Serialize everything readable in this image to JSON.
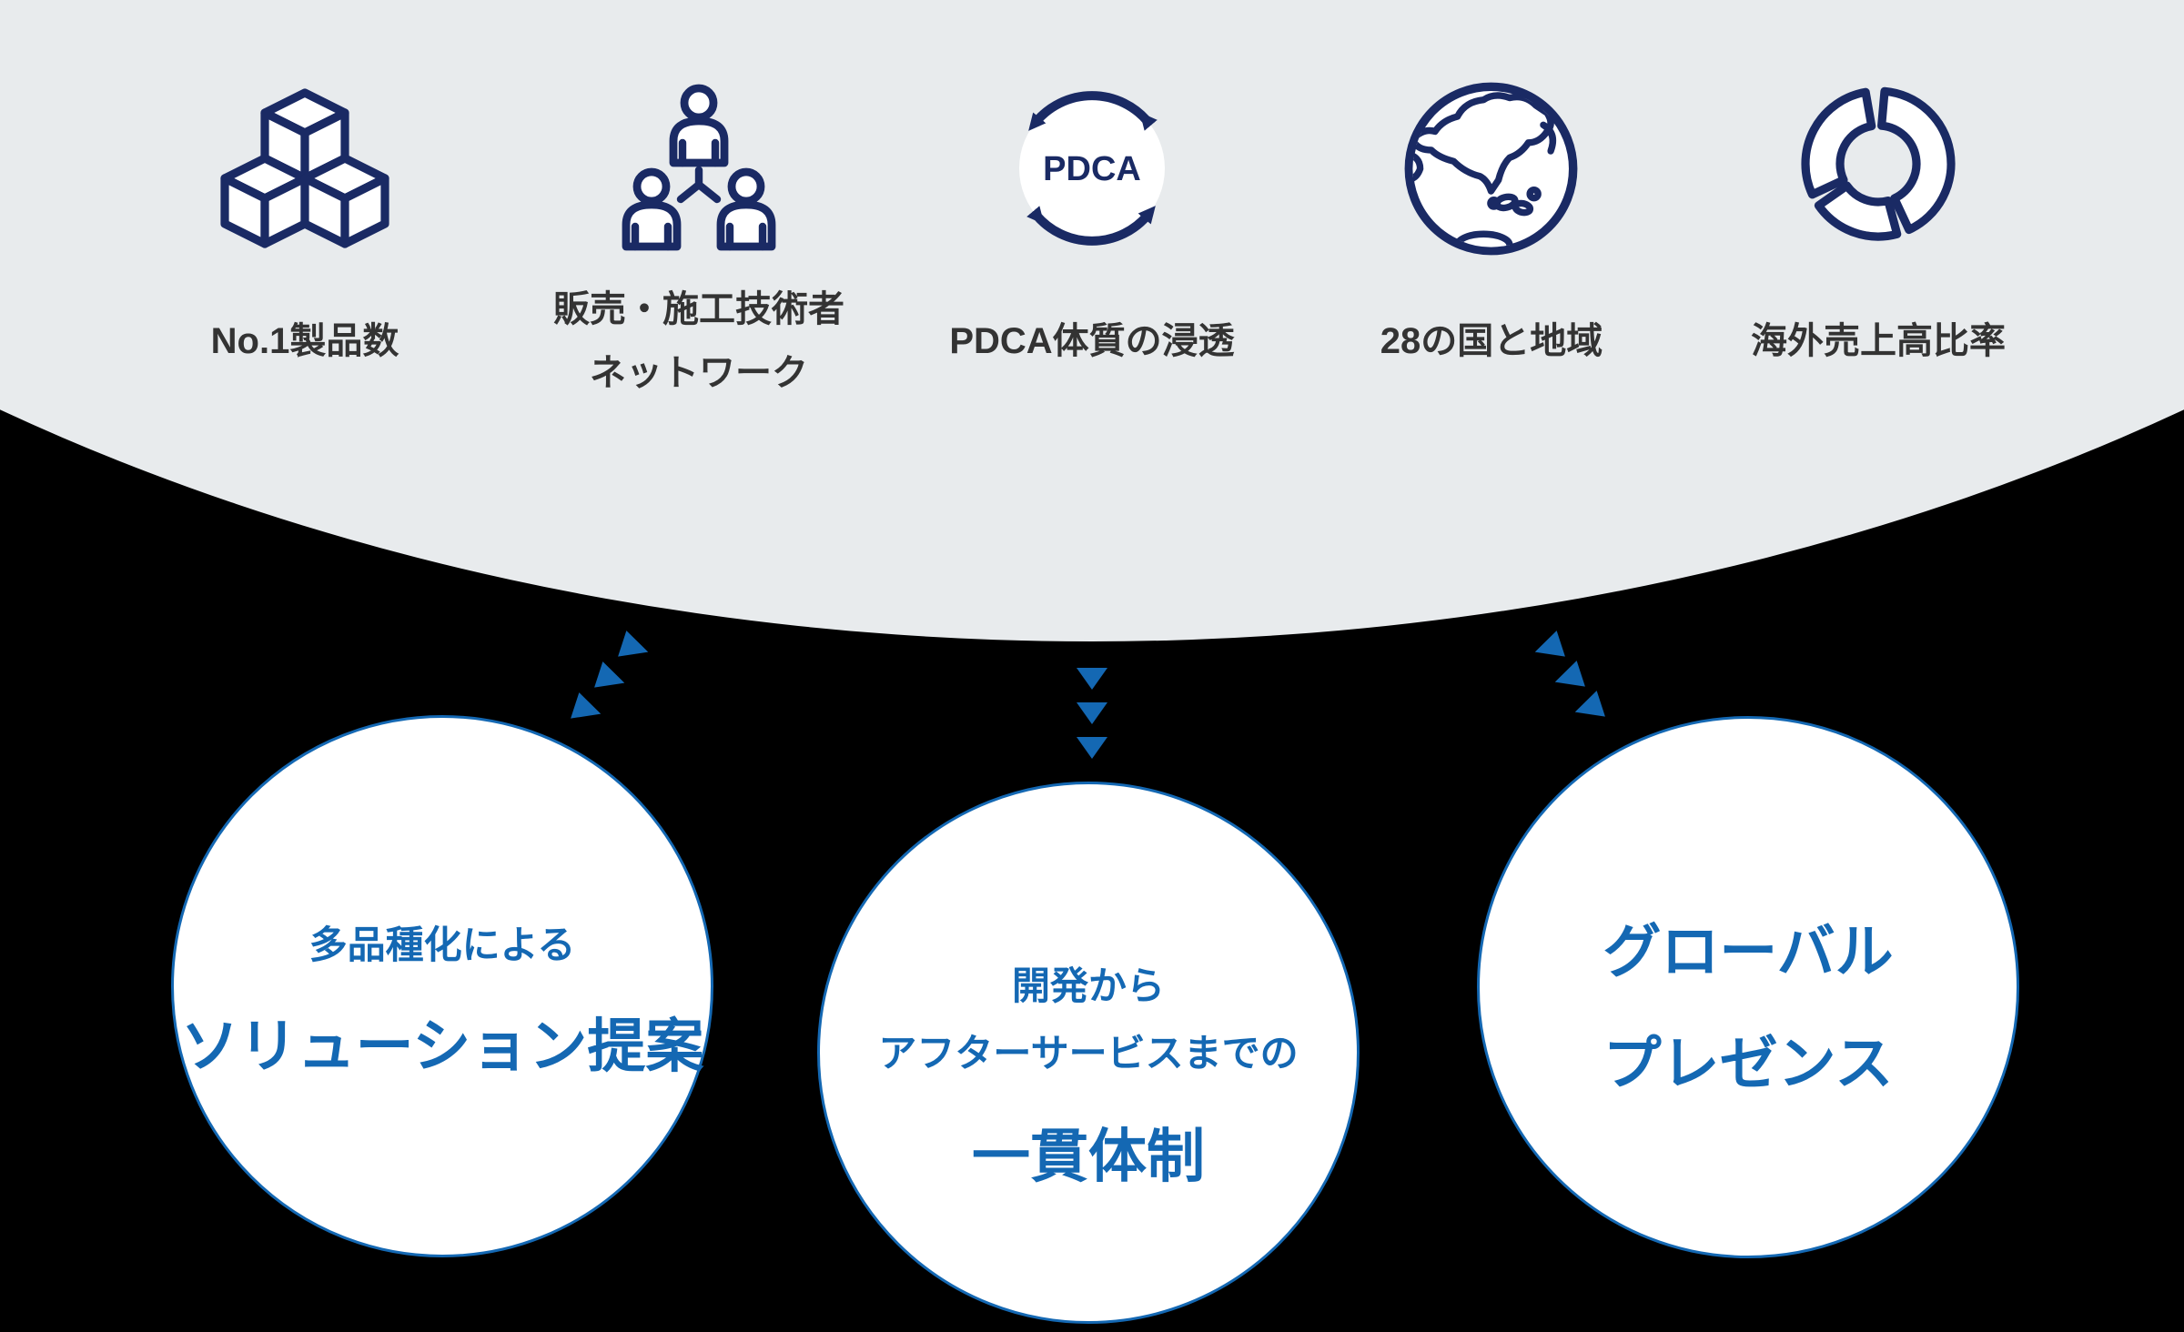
{
  "colors": {
    "background": "#000000",
    "panel": "#e8ebed",
    "icon_navy": "#1a2a64",
    "accent_blue": "#1468b3",
    "label_text": "#333333",
    "circle_fill": "#ffffff"
  },
  "strength_items": [
    {
      "icon": "cubes-icon",
      "label_lines": [
        "No.1製品数"
      ]
    },
    {
      "icon": "people-network-icon",
      "label_lines": [
        "販売・施工技術者",
        "ネットワーク"
      ]
    },
    {
      "icon": "pdca-cycle-icon",
      "pdca_text": "PDCA",
      "label_lines": [
        "PDCA体質の浸透"
      ]
    },
    {
      "icon": "globe-icon",
      "label_lines": [
        "28の国と地域"
      ]
    },
    {
      "icon": "donut-chart-icon",
      "label_lines": [
        "海外売上高比率"
      ]
    }
  ],
  "outcome_circles": [
    {
      "lines": [
        {
          "text": "多品種化による"
        },
        {
          "text": "ソリューション提案"
        }
      ]
    },
    {
      "lines": [
        {
          "text": "開発から"
        },
        {
          "text": "アフターサービスまでの"
        },
        {
          "text": "一貫体制"
        }
      ]
    },
    {
      "lines": [
        {
          "text": "グローバル"
        },
        {
          "text": "プレゼンス"
        }
      ]
    }
  ]
}
